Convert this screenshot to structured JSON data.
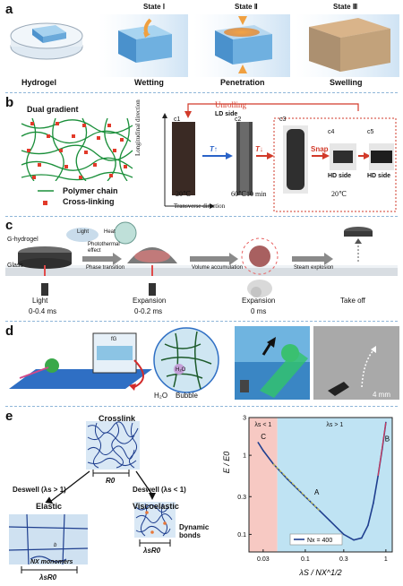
{
  "panel_a": {
    "letter": "a",
    "states": [
      "State Ⅰ",
      "State Ⅱ",
      "State Ⅲ"
    ],
    "steps": [
      "Hydrogel",
      "Wetting",
      "Penetration",
      "Swelling"
    ]
  },
  "panel_b": {
    "letter": "b",
    "title": "Dual gradient",
    "legend_chain": "Polymer chain",
    "legend_crosslink": "Cross-linking",
    "unrolling": "Unrolling",
    "snap": "Snap",
    "ld_side": "LD side",
    "hd_side_1": "HD side",
    "hd_side_2": "HD side",
    "temp_1": "20℃",
    "temp_2": "60℃10 min",
    "temp_3": "20℃",
    "axis_long": "Longitudinal direction",
    "axis_trans": "Transverse direction",
    "c_labels": [
      "c1",
      "c2",
      "c3",
      "c4",
      "c5"
    ],
    "T_up": "T↑",
    "T_down": "T↓"
  },
  "panel_c": {
    "letter": "c",
    "g_hydrogel": "G-hydrogel",
    "glass": "Glass",
    "light_small": "Light",
    "heat": "Heat",
    "photothermal": "Photothermal effect",
    "arrow_1": "Phase transition",
    "arrow_2": "Volume accumulation",
    "arrow_3": "Steam explosion",
    "captions": [
      "Light",
      "Expansion",
      "Expansion",
      "Take off"
    ],
    "times": [
      "0-0.4 ms",
      "0-0.2 ms",
      "0 ms"
    ]
  },
  "panel_d": {
    "letter": "d",
    "water": "H₂O",
    "bubble": "Bubble",
    "scale": "4 mm",
    "h2o_small": "H₂O",
    "fg": "fG"
  },
  "panel_e": {
    "letter": "e",
    "crosslink": "Crosslink",
    "r0": "R0",
    "deswell_left": "Deswell (λs > 1)",
    "deswell_right": "Deswell (λs < 1)",
    "elastic": "Elastic",
    "viscoelastic": "Viscoelastic",
    "dynamic_bonds": "Dynamic bonds",
    "nx_monomers": "NX monomers",
    "ls_r0_left": "λsR0",
    "ls_r0_right": "λsR0",
    "b_label": "b"
  },
  "chart_data": {
    "type": "line",
    "xlabel": "λS / NX^1/2",
    "ylabel": "E / E0",
    "x_scale": "log",
    "y_scale": "log",
    "xlim": [
      0.02,
      1.2
    ],
    "ylim": [
      0.06,
      3
    ],
    "x_ticks": [
      "0.03",
      "0.1",
      "0.3",
      "1"
    ],
    "y_ticks": [
      "3",
      "1",
      "0.3",
      "0.1"
    ],
    "regions": [
      {
        "label": "λs < 1",
        "x_range": [
          0.02,
          0.045
        ],
        "color": "#f7c9c3"
      },
      {
        "label": "λs > 1",
        "x_range": [
          0.045,
          1.2
        ],
        "color": "#bfe3f3"
      }
    ],
    "legend": "Nx = 400",
    "legend_position": "bottom-center",
    "series": [
      {
        "name": "Nx = 400",
        "color": "#1f3f8f",
        "x": [
          0.026,
          0.03,
          0.04,
          0.06,
          0.1,
          0.15,
          0.2,
          0.3,
          0.4,
          0.5,
          0.6,
          0.7,
          0.8,
          0.9,
          1.0
        ],
        "y": [
          1.45,
          1.15,
          0.78,
          0.5,
          0.3,
          0.2,
          0.15,
          0.1,
          0.085,
          0.09,
          0.13,
          0.25,
          0.55,
          1.2,
          2.6
        ]
      }
    ],
    "annotations": [
      {
        "text": "C",
        "x": 0.026,
        "y": 1.6
      },
      {
        "text": "A",
        "x": 0.12,
        "y": 0.32
      },
      {
        "text": "B",
        "x": 0.9,
        "y": 1.5
      }
    ]
  }
}
